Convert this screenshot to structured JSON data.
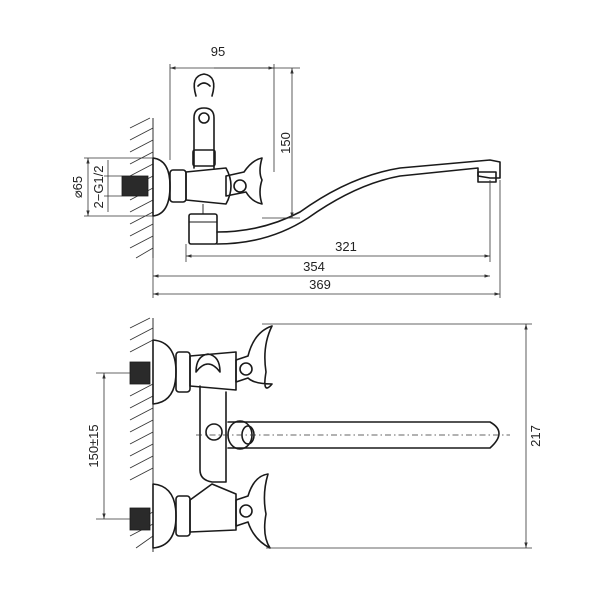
{
  "dimensions": {
    "top_width": "95",
    "top_height": "150",
    "flange_diameter": "⌀65",
    "thread": "2−G1/2",
    "reach_321": "321",
    "reach_354": "354",
    "reach_369": "369",
    "centers": "150±15",
    "total_height": "217"
  }
}
